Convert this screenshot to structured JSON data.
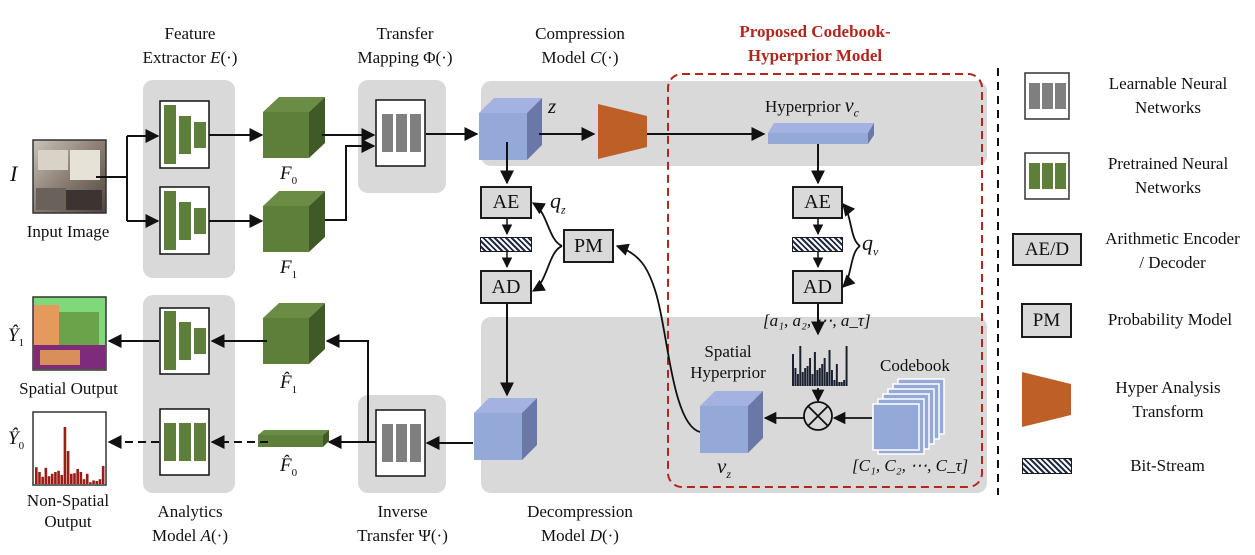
{
  "titles": {
    "feature_extractor": [
      "Feature",
      "Extractor E(·)"
    ],
    "transfer_mapping": [
      "Transfer",
      "Mapping Φ(·)"
    ],
    "compression_model": [
      "Compression",
      "Model C(·)"
    ],
    "proposed_model": [
      "Proposed Codebook-",
      "Hyperprior Model"
    ],
    "analytics_model": [
      "Analytics",
      "Model A(·)"
    ],
    "inverse_transfer": [
      "Inverse",
      "Transfer Ψ(·)"
    ],
    "decompression_model": [
      "Decompression",
      "Model D(·)"
    ]
  },
  "labels": {
    "input_symbol": "I",
    "input_image": "Input Image",
    "f0": "F",
    "f0_sub": "0",
    "f1": "F",
    "f1_sub": "1",
    "z": "z",
    "qz": "q",
    "qz_sub": "z",
    "qv": "q",
    "qv_sub": "v",
    "hyperprior": "Hyperprior",
    "vc": "v",
    "vc_sub": "c",
    "ae": "AE",
    "ad": "AD",
    "pm": "PM",
    "weights": "[a₁, a₂, ⋯, a_τ]",
    "spatial_hyperprior": [
      "Spatial",
      "Hyperprior"
    ],
    "vz": "v",
    "vz_sub": "z",
    "codebook": "Codebook",
    "codebook_elems": "[C₁, C₂, ⋯, C_τ]",
    "y1": "Ŷ",
    "y1_sub": "1",
    "y0": "Ŷ",
    "y0_sub": "0",
    "spatial_output": "Spatial Output",
    "nonspatial_output": [
      "Non-Spatial",
      "Output"
    ],
    "f1_hat": "F̂",
    "f1_hat_sub": "1",
    "f0_hat": "F̂",
    "f0_hat_sub": "0"
  },
  "legend": {
    "items": [
      {
        "icon": "learnable-nn",
        "text": [
          "Learnable Neural",
          "Networks"
        ]
      },
      {
        "icon": "pretrained-nn",
        "text": [
          "Pretrained Neural",
          "Networks"
        ]
      },
      {
        "icon": "ae-d",
        "icon_label": "AE/D",
        "text": [
          "Arithmetic Encoder",
          "/ Decoder"
        ]
      },
      {
        "icon": "pm",
        "icon_label": "PM",
        "text": [
          "Probability Model"
        ]
      },
      {
        "icon": "hyper-analysis",
        "text": [
          "Hyper Analysis",
          "Transform"
        ]
      },
      {
        "icon": "bitstream",
        "text": [
          "Bit-Stream"
        ]
      }
    ]
  },
  "histograms": {
    "codebook_weights": [
      0.8,
      0.45,
      0.3,
      1.0,
      0.35,
      0.45,
      0.5,
      0.7,
      0.3,
      0.85,
      0.4,
      0.45,
      0.55,
      0.7,
      0.35,
      0.9,
      0.4,
      0.15,
      0.55,
      0.1,
      0.1,
      0.15,
      1.0
    ],
    "nonspatial_output": [
      0.28,
      0.2,
      0.12,
      0.27,
      0.13,
      0.17,
      0.2,
      0.22,
      0.15,
      0.95,
      0.55,
      0.17,
      0.18,
      0.25,
      0.2,
      0.08,
      0.17,
      0.03,
      0.06,
      0.05,
      0.08,
      0.3
    ]
  },
  "colors": {
    "panel": "#d9d9d9",
    "pretrained_green": "#5d7f3a",
    "learnable_gray": "#7f7f7f",
    "latent_blue": "#94a9d8",
    "hyper_orange": "#bd5f27",
    "proposed_red": "#b3261e",
    "hist_dark": "#1b2131",
    "hist_red": "#9b1c14"
  }
}
